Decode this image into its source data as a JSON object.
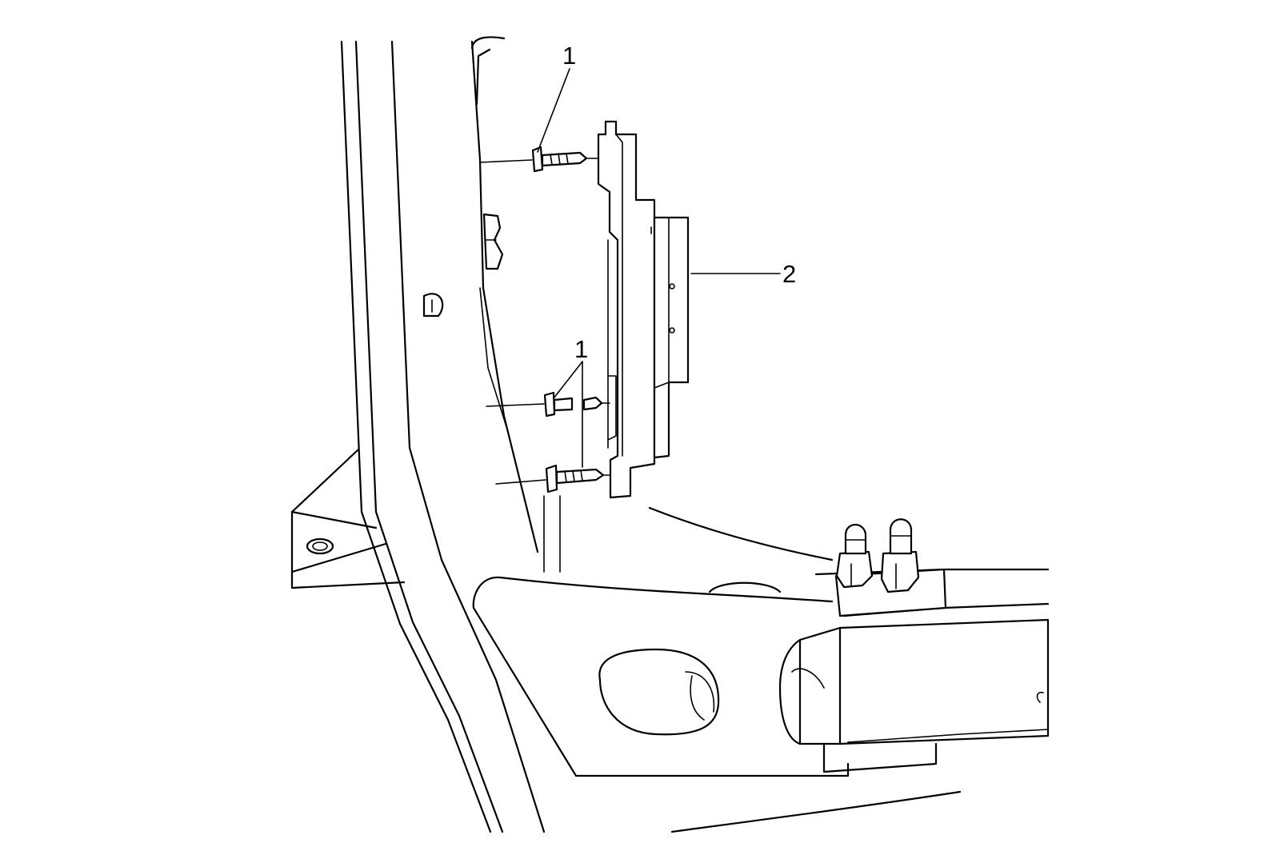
{
  "callouts": [
    {
      "id": "upper-fastener",
      "label": "1"
    },
    {
      "id": "module",
      "label": "2"
    },
    {
      "id": "lower-fasteners",
      "label": "1"
    }
  ]
}
